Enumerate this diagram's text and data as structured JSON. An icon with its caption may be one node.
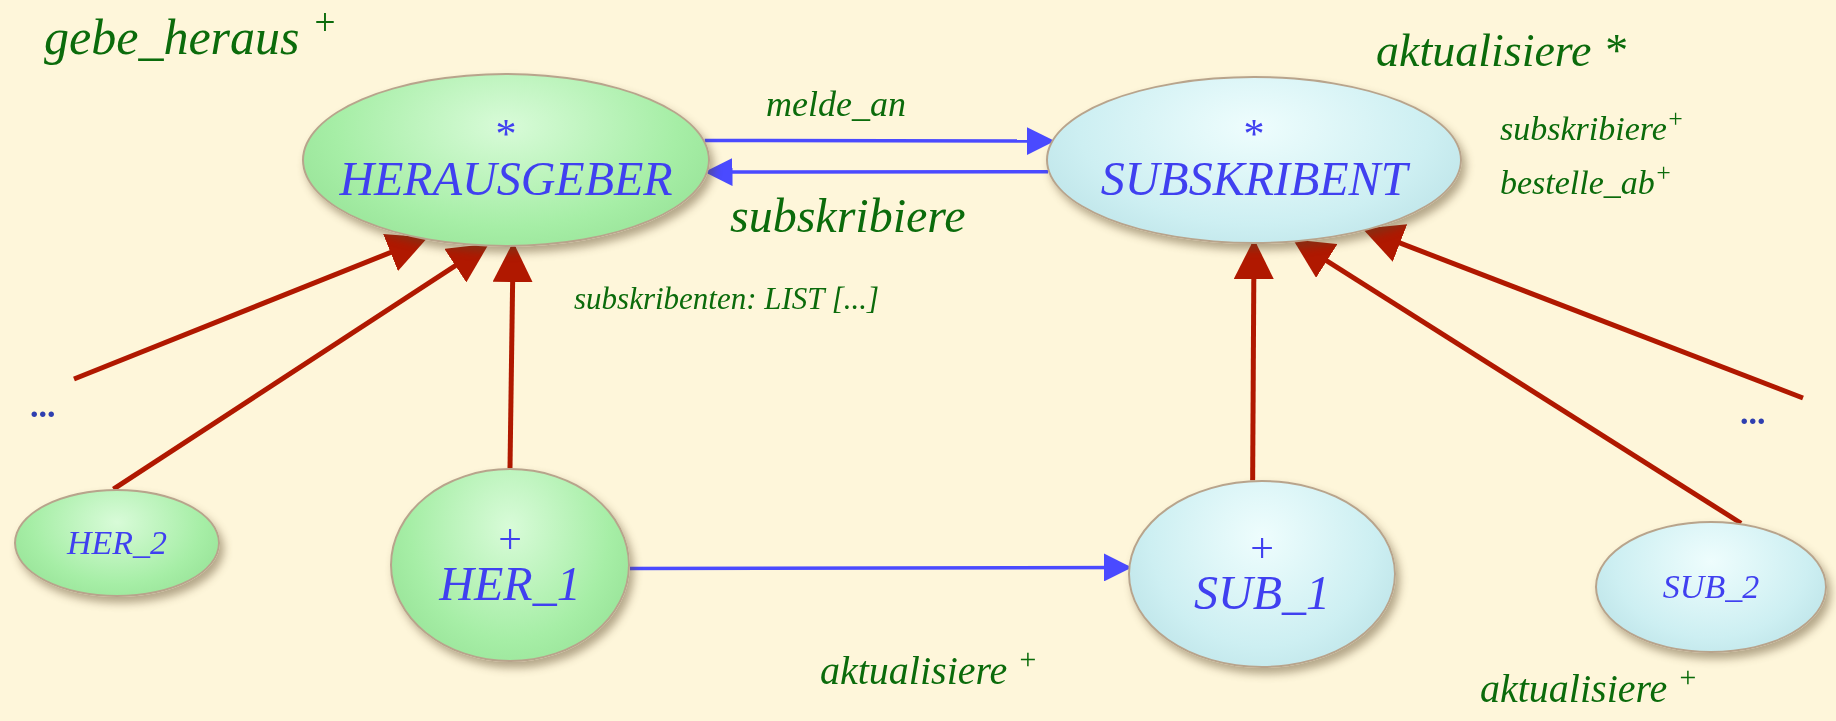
{
  "diagram": {
    "nodes": [
      {
        "text": [
          "*",
          "HERAUSGEBER"
        ]
      },
      {
        "text": [
          "*",
          "SUBSKRIBENT"
        ]
      },
      {
        "text": [
          "HER_2"
        ]
      },
      {
        "text": [
          "+",
          "HER_1"
        ]
      },
      {
        "text": [
          "+",
          "SUB_1"
        ]
      },
      {
        "text": [
          "SUB_2"
        ]
      }
    ],
    "edges": [
      {
        "from": 0,
        "to": 1,
        "arrow": "to",
        "label": "melde_an",
        "color": "#4a4aff"
      },
      {
        "from": 1,
        "to": 0,
        "arrow": "to",
        "label": "subskribiere",
        "color": "#4a4aff"
      },
      {
        "from": 3,
        "to": 4,
        "arrow": "to",
        "color": "#4a4aff"
      },
      {
        "from": null,
        "to": 0,
        "arrow": "to"
      },
      {
        "from": 2,
        "to": 0,
        "arrow": "to"
      },
      {
        "from": 3,
        "to": 0,
        "arrow": "to"
      },
      {
        "from": 4,
        "to": 1,
        "arrow": "to"
      },
      {
        "from": 5,
        "to": 1,
        "arrow": "to"
      },
      {
        "from": null,
        "to": 1,
        "arrow": "to"
      }
    ],
    "labels": [
      "gebe_heraus $^{+}$",
      "aktualisiere *",
      "subskribiere$^{+}$",
      "bestelle_ab$^{+}$",
      "subskribenten: LIST [...]",
      "...",
      "...",
      "aktualisiere $^{+}$",
      "aktualisiere $^{+}$"
    ]
  }
}
